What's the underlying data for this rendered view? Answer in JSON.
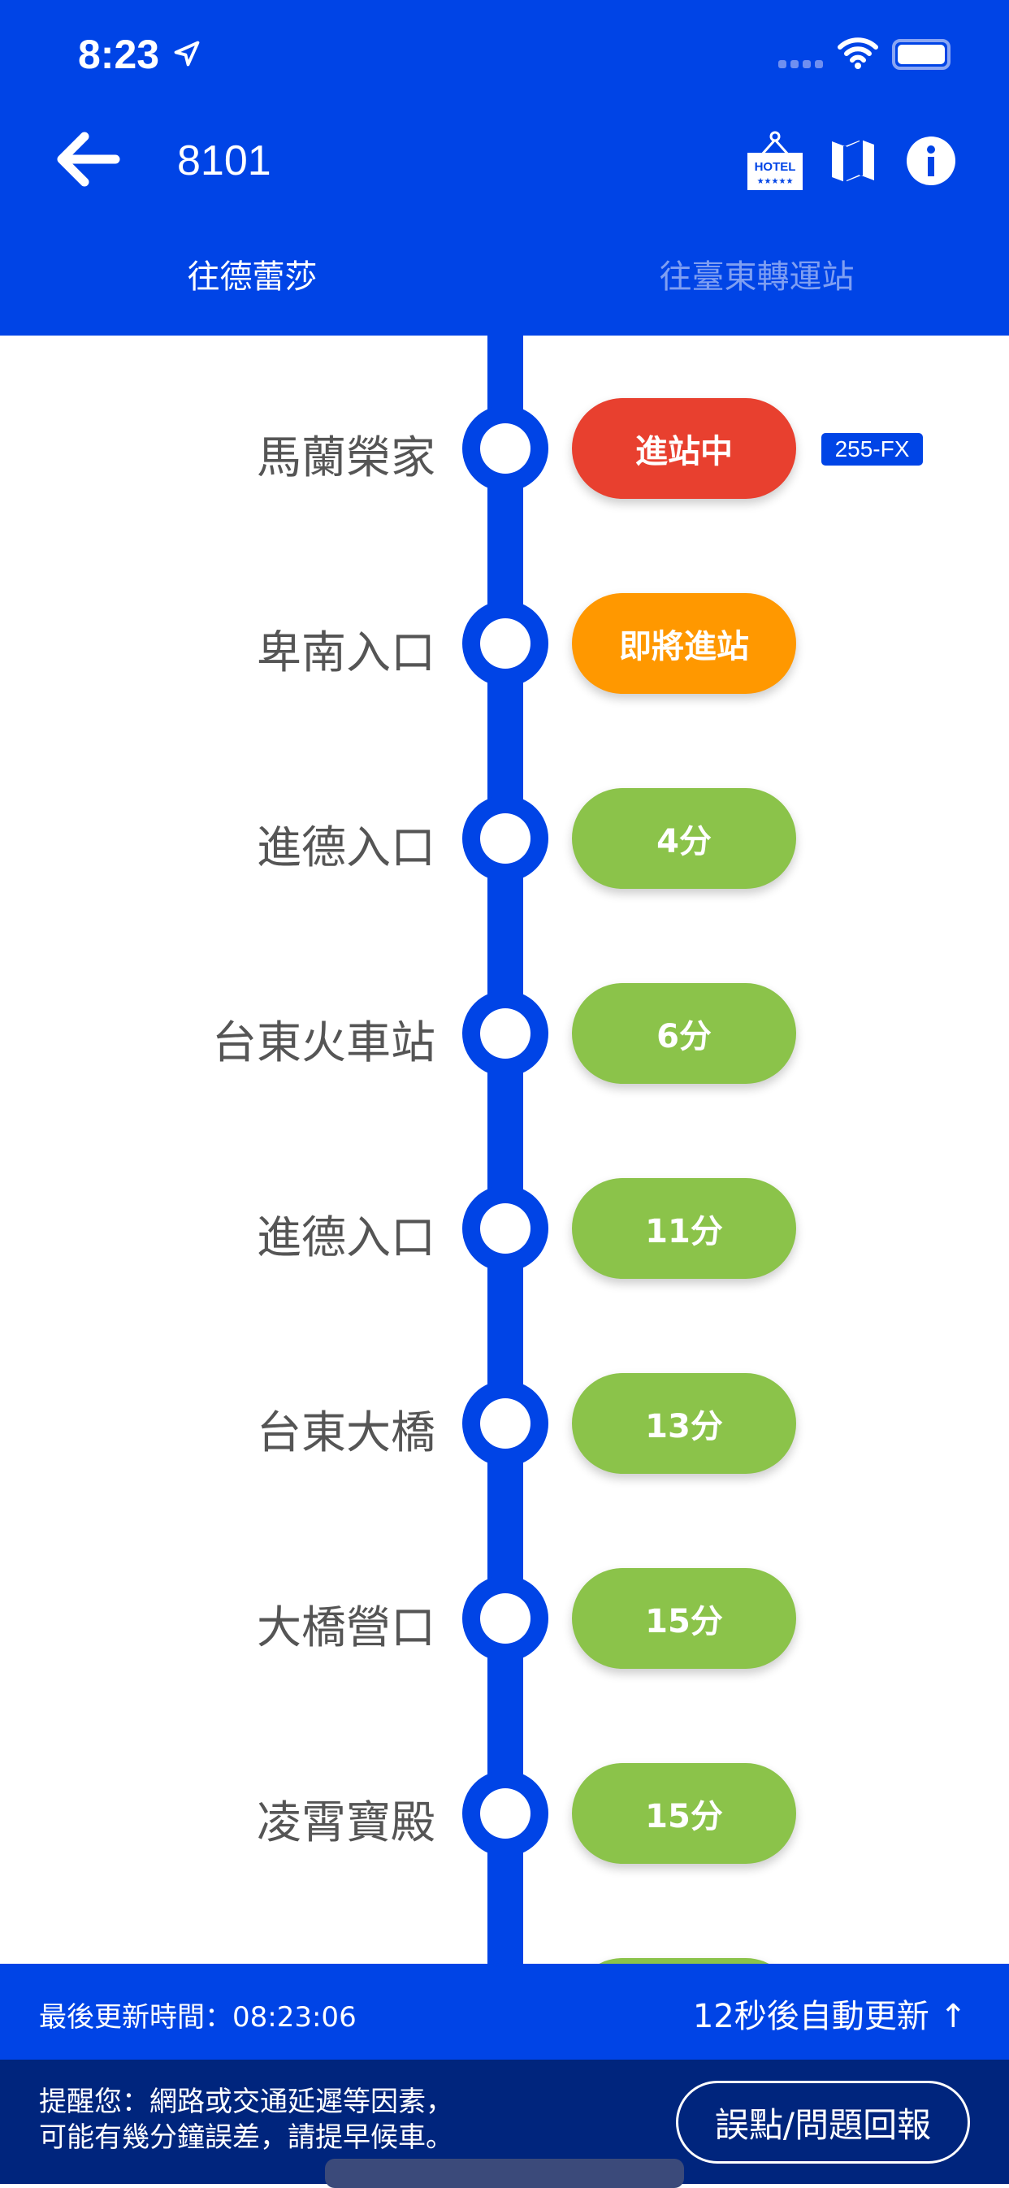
{
  "status_bar": {
    "time": "8:23"
  },
  "header": {
    "title": "8101",
    "hotel_label": "HOTEL",
    "hotel_stars": "★★★★★"
  },
  "tabs": [
    {
      "label": "往德蕾莎",
      "active": true
    },
    {
      "label": "往臺東轉運站",
      "active": false
    }
  ],
  "stops": [
    {
      "name": "馬蘭榮家",
      "eta": "進站中",
      "color": "#E8402F",
      "plate": "255-FX"
    },
    {
      "name": "卑南入口",
      "eta": "即將進站",
      "color": "#FF9800"
    },
    {
      "name": "進德入口",
      "eta": "4分",
      "color": "#8BC34A"
    },
    {
      "name": "台東火車站",
      "eta": "6分",
      "color": "#8BC34A"
    },
    {
      "name": "進德入口",
      "eta": "11分",
      "color": "#8BC34A"
    },
    {
      "name": "台東大橋",
      "eta": "13分",
      "color": "#8BC34A"
    },
    {
      "name": "大橋營口",
      "eta": "15分",
      "color": "#8BC34A"
    },
    {
      "name": "凌霄寶殿",
      "eta": "15分",
      "color": "#8BC34A"
    }
  ],
  "footer": {
    "last_update": "最後更新時間：08:23:06",
    "auto_refresh": "12秒後自動更新 ↑",
    "notice_line1": "提醒您：網路或交通延遲等因素，",
    "notice_line2": "可能有幾分鐘誤差，請提早候車。",
    "report_button": "誤點/問題回報"
  }
}
